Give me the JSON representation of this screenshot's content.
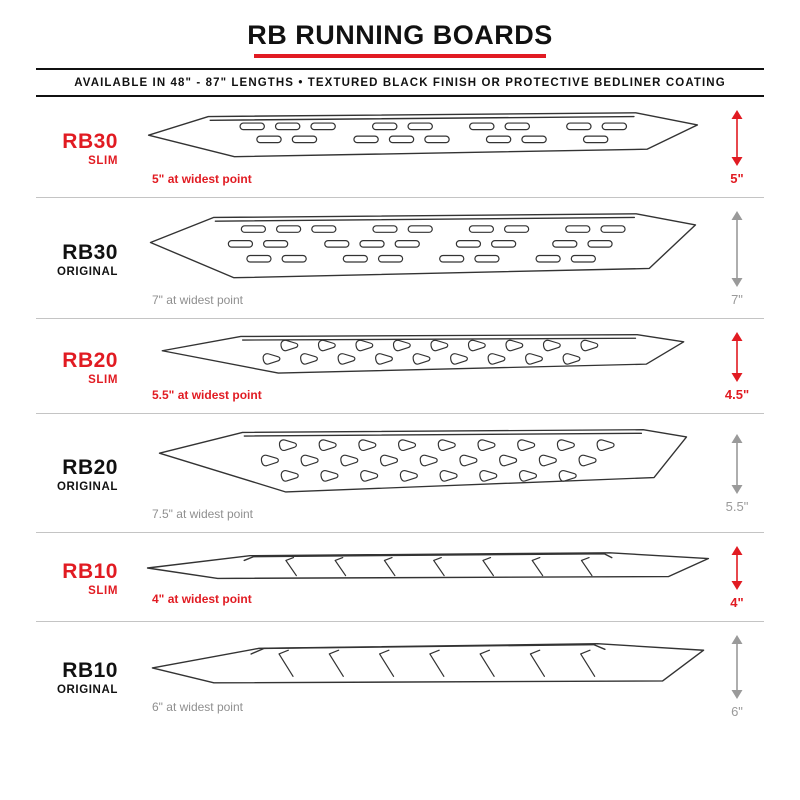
{
  "header": {
    "title": "RB RUNNING BOARDS",
    "subtitle": "AVAILABLE IN 48\" - 87\" LENGTHS  •  TEXTURED BLACK FINISH OR PROTECTIVE BEDLINER COATING"
  },
  "colors": {
    "accent_red": "#e11b22",
    "measure_gray": "#9a9a9a",
    "line_dark": "#111111",
    "divider_gray": "#c4c4c4"
  },
  "rows": [
    {
      "model": "RB30",
      "variant": "SLIM",
      "style": "slim",
      "width_label": "5\" at widest point",
      "height_label": "5\""
    },
    {
      "model": "RB30",
      "variant": "ORIGINAL",
      "style": "original",
      "width_label": "7\" at widest point",
      "height_label": "7\""
    },
    {
      "model": "RB20",
      "variant": "SLIM",
      "style": "slim",
      "width_label": "5.5\" at widest point",
      "height_label": "4.5\""
    },
    {
      "model": "RB20",
      "variant": "ORIGINAL",
      "style": "original",
      "width_label": "7.5\" at widest point",
      "height_label": "5.5\""
    },
    {
      "model": "RB10",
      "variant": "SLIM",
      "style": "slim",
      "width_label": "4\" at widest point",
      "height_label": "4\""
    },
    {
      "model": "RB10",
      "variant": "ORIGINAL",
      "style": "original",
      "width_label": "6\" at widest point",
      "height_label": "6\""
    }
  ]
}
